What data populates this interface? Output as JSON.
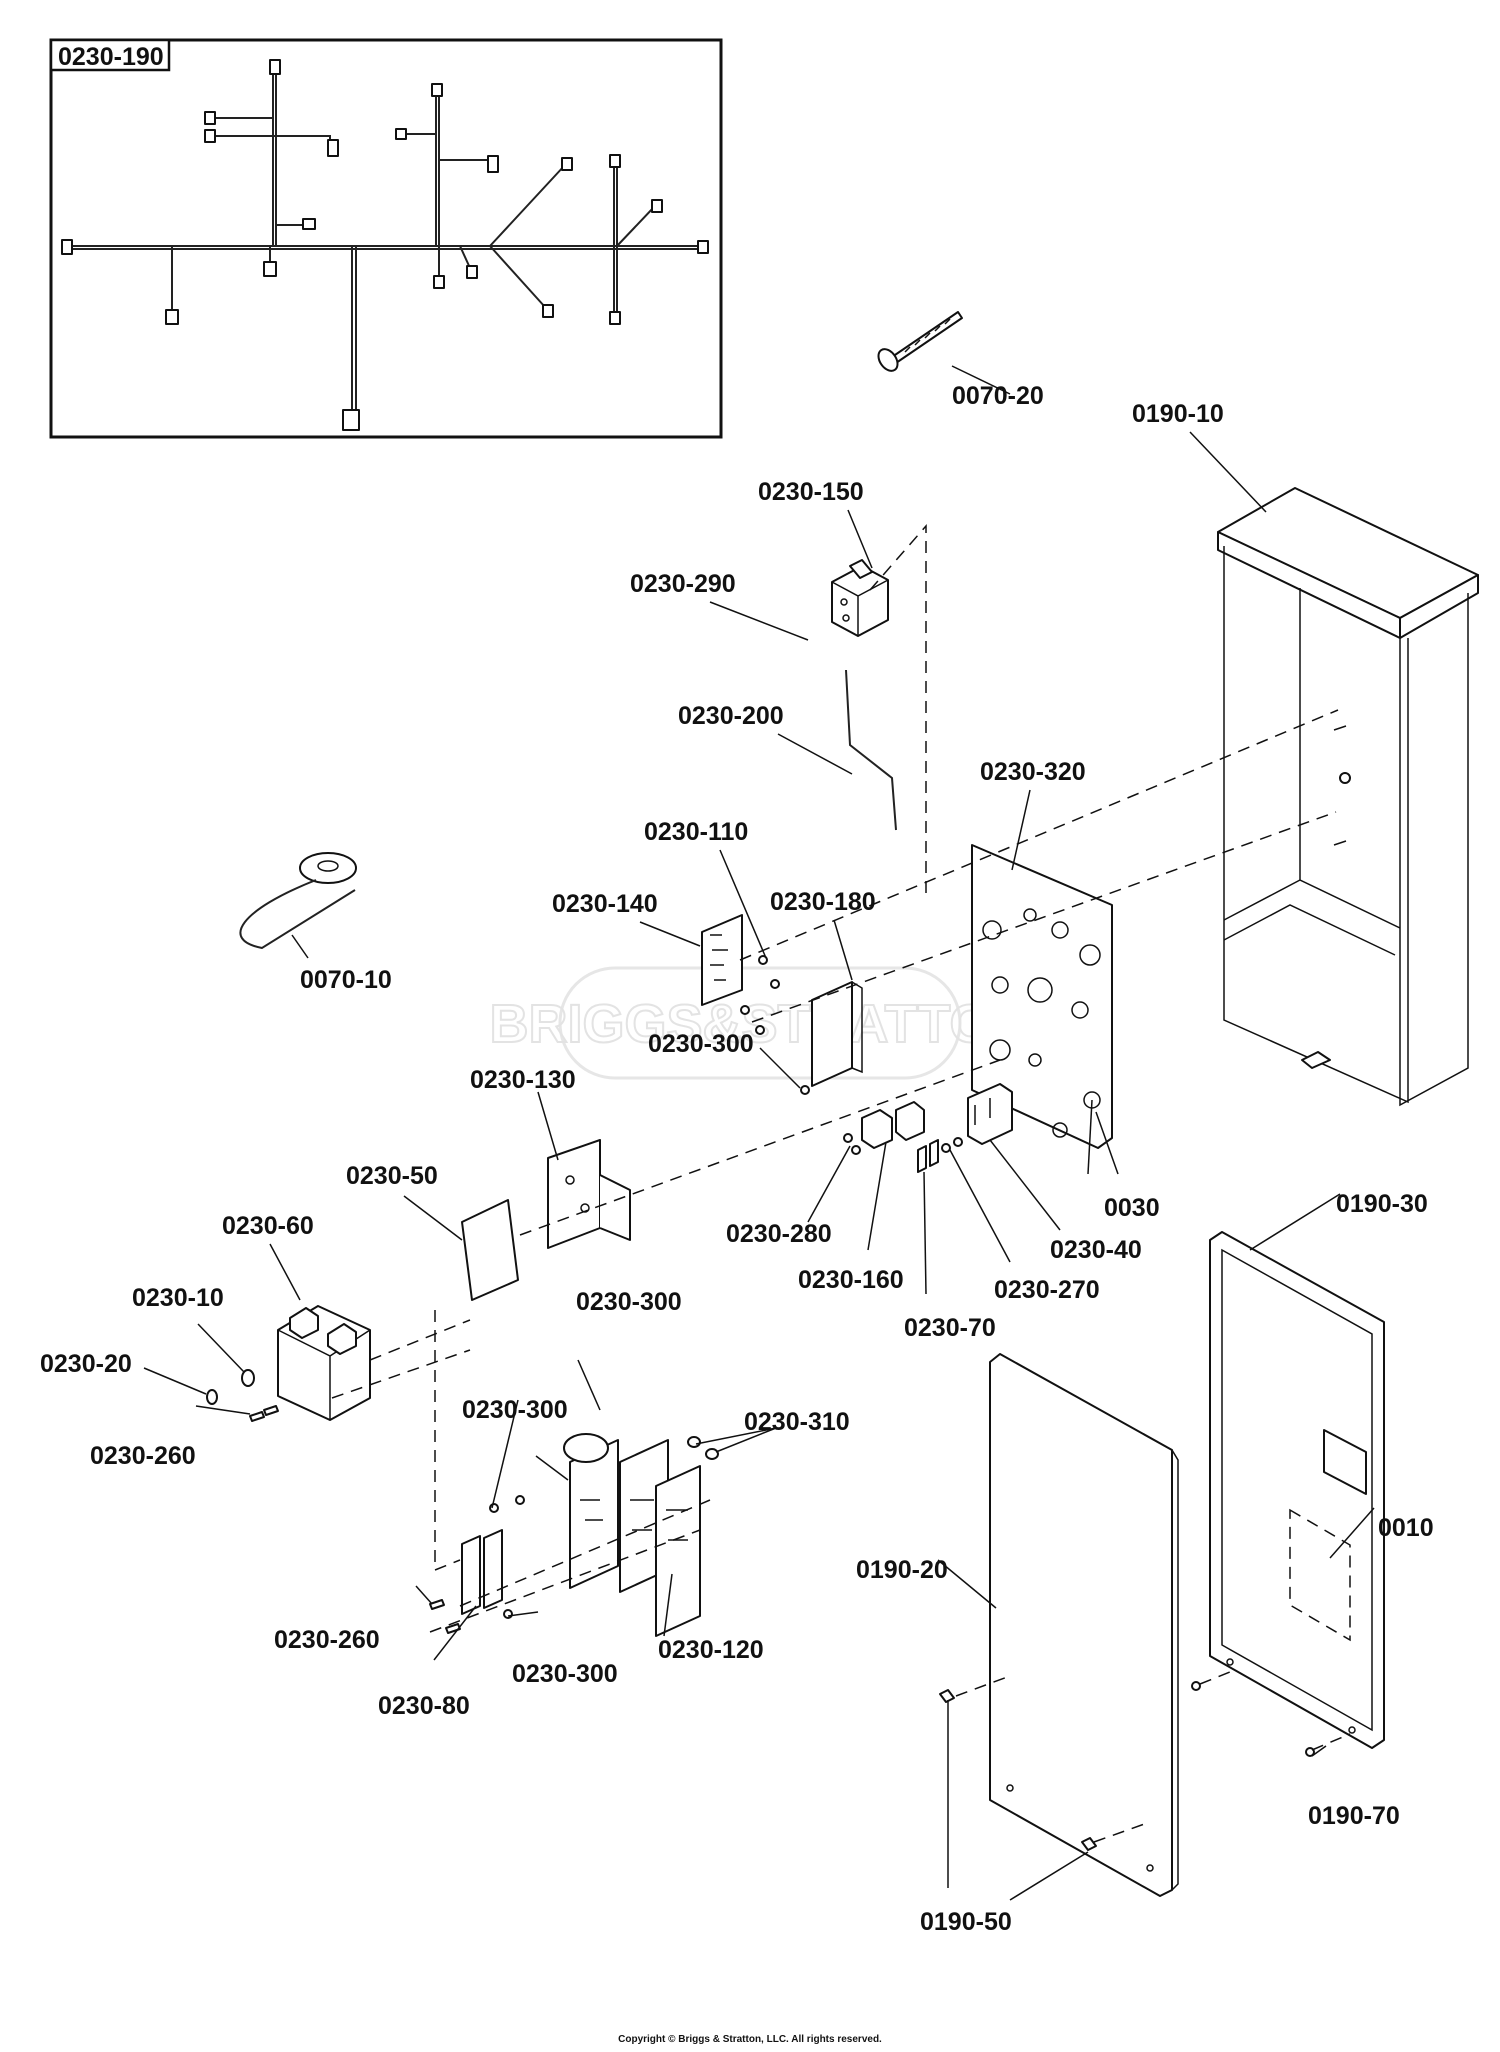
{
  "diagram": {
    "inset_label": "0230-190",
    "watermark": "BRIGGS&STRATTON",
    "labels": [
      {
        "id": "0070-20",
        "text": "0070-20"
      },
      {
        "id": "0190-10",
        "text": "0190-10"
      },
      {
        "id": "0230-150",
        "text": "0230-150"
      },
      {
        "id": "0230-290",
        "text": "0230-290"
      },
      {
        "id": "0230-200",
        "text": "0230-200"
      },
      {
        "id": "0230-320",
        "text": "0230-320"
      },
      {
        "id": "0230-110",
        "text": "0230-110"
      },
      {
        "id": "0230-140",
        "text": "0230-140"
      },
      {
        "id": "0230-180",
        "text": "0230-180"
      },
      {
        "id": "0070-10",
        "text": "0070-10"
      },
      {
        "id": "0230-300a",
        "text": "0230-300"
      },
      {
        "id": "0230-130",
        "text": "0230-130"
      },
      {
        "id": "0230-50",
        "text": "0230-50"
      },
      {
        "id": "0230-60",
        "text": "0230-60"
      },
      {
        "id": "0230-280",
        "text": "0230-280"
      },
      {
        "id": "0030",
        "text": "0030"
      },
      {
        "id": "0190-30",
        "text": "0190-30"
      },
      {
        "id": "0230-40",
        "text": "0230-40"
      },
      {
        "id": "0230-160",
        "text": "0230-160"
      },
      {
        "id": "0230-270",
        "text": "0230-270"
      },
      {
        "id": "0230-300b",
        "text": "0230-300"
      },
      {
        "id": "0230-10",
        "text": "0230-10"
      },
      {
        "id": "0230-70",
        "text": "0230-70"
      },
      {
        "id": "0230-20",
        "text": "0230-20"
      },
      {
        "id": "0230-260a",
        "text": "0230-260"
      },
      {
        "id": "0230-300c",
        "text": "0230-300"
      },
      {
        "id": "0230-310",
        "text": "0230-310"
      },
      {
        "id": "0010",
        "text": "0010"
      },
      {
        "id": "0190-20",
        "text": "0190-20"
      },
      {
        "id": "0230-260b",
        "text": "0230-260"
      },
      {
        "id": "0230-120",
        "text": "0230-120"
      },
      {
        "id": "0230-300d",
        "text": "0230-300"
      },
      {
        "id": "0230-80",
        "text": "0230-80"
      },
      {
        "id": "0190-70",
        "text": "0190-70"
      },
      {
        "id": "0190-50",
        "text": "0190-50"
      }
    ]
  },
  "footer": {
    "copyright": "Copyright © Briggs & Stratton, LLC. All rights reserved."
  }
}
